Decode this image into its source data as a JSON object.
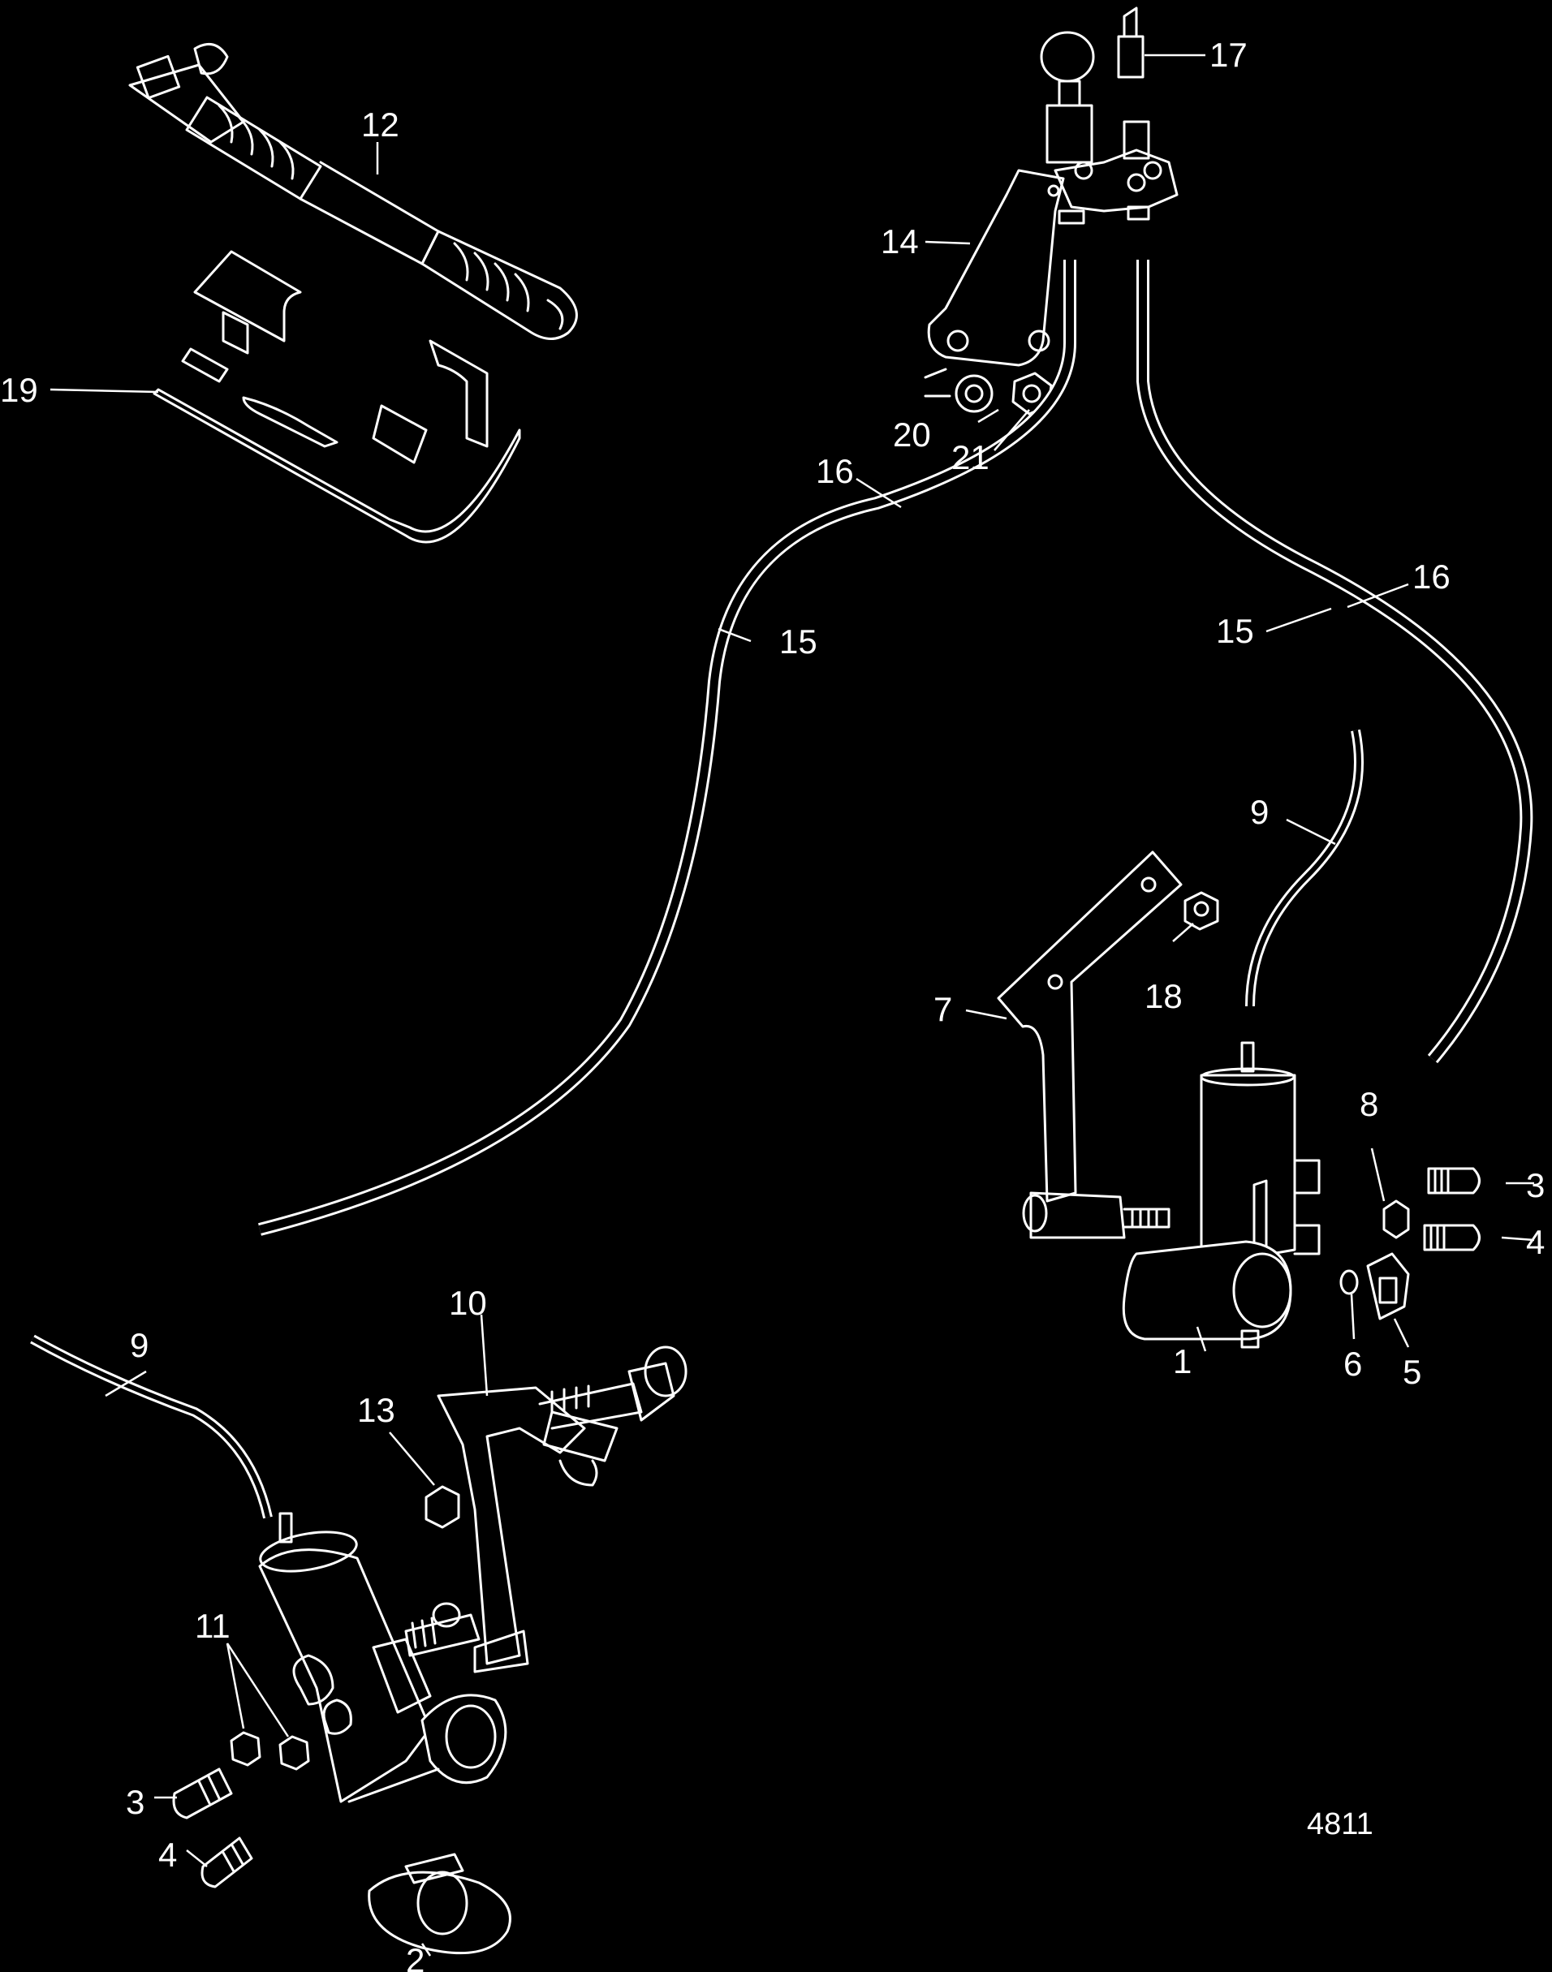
{
  "diagram": {
    "figure_number": "4811",
    "callouts": {
      "c12": "12",
      "c19": "19",
      "c14": "14",
      "c17": "17",
      "c20": "20",
      "c21": "21",
      "c16a": "16",
      "c15a": "15",
      "c16b": "16",
      "c15b": "15",
      "c9a": "9",
      "c18": "18",
      "c7": "7",
      "c8": "8",
      "c3a": "3",
      "c4a": "4",
      "c1": "1",
      "c6": "6",
      "c5": "5",
      "c10": "10",
      "c9b": "9",
      "c13": "13",
      "c11": "11",
      "c3b": "3",
      "c4b": "4",
      "c2": "2"
    },
    "colors": {
      "background": "#000000",
      "line": "#ffffff"
    }
  }
}
